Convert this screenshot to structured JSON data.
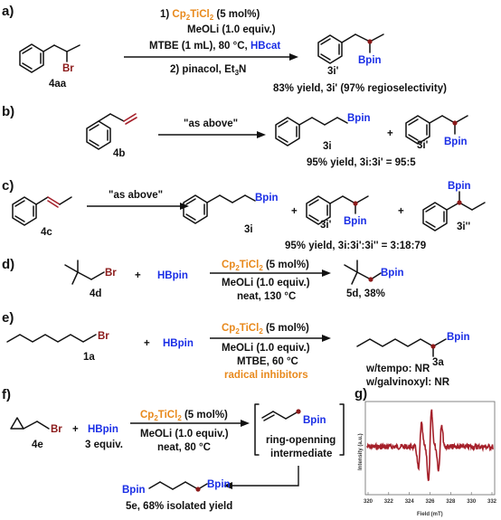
{
  "panels": {
    "a": {
      "label": "a)",
      "reactant": "4aa",
      "br": "Br",
      "cond1_pre": "1) ",
      "cond1_cat": "Cp",
      "cond1_sub2": "2",
      "cond1_ti": "TiCl",
      "cond1_sub2b": "2",
      "cond1_load": " (5 mol%)",
      "cond2": "MeOLi (1.0 equiv.)",
      "cond3_pre": "MTBE (1 mL), 80 °C, ",
      "cond3_hb": "HBcat",
      "cond4": "2) pinacol, Et",
      "cond4_sub": "3",
      "cond4_n": "N",
      "product": "3i'",
      "bpin": "Bpin",
      "yield": "83% yield, 3i' (97% regioselectivity)"
    },
    "b": {
      "label": "b)",
      "reactant": "4b",
      "cond": "\"as above\"",
      "prod1": "3i",
      "prod2": "3i'",
      "bpin": "Bpin",
      "plus": "+",
      "yield": "95% yield, 3i:3i' = 95:5"
    },
    "c": {
      "label": "c)",
      "reactant": "4c",
      "cond": "\"as above\"",
      "prod1": "3i",
      "prod2": "3i'",
      "prod3": "3i''",
      "bpin": "Bpin",
      "plus": "+",
      "yield": "95% yield, 3i:3i':3i'' = 3:18:79"
    },
    "d": {
      "label": "d)",
      "reactant": "4d",
      "br": "Br",
      "plus": "+",
      "hbpin": "HBpin",
      "cat": "Cp",
      "cat_ti": "TiCl",
      "sub2": "2",
      "load": " (5 mol%)",
      "cond2": "MeOLi (1.0 equiv.)",
      "cond3": "neat, 130 °C",
      "bpin": "Bpin",
      "product": "5d, 38%"
    },
    "e": {
      "label": "e)",
      "reactant": "1a",
      "br": "Br",
      "plus": "+",
      "hbpin": "HBpin",
      "cat": "Cp",
      "cat_ti": "TiCl",
      "sub2": "2",
      "load": " (5 mol%)",
      "cond2": "MeOLi (1.0 equiv.)",
      "cond3": "MTBE, 60 °C",
      "cond4": "radical inhibitors",
      "bpin": "Bpin",
      "product": "3a",
      "res1": "w/tempo: NR",
      "res2": "w/galvinoxyl: NR"
    },
    "f": {
      "label": "f)",
      "reactant": "4e",
      "br": "Br",
      "plus": "+",
      "hbpin": "HBpin",
      "equiv": "3 equiv.",
      "cat": "Cp",
      "cat_ti": "TiCl",
      "sub2": "2",
      "load": " (5 mol%)",
      "cond2": "MeOLi (1.0 equiv.)",
      "cond3": "neat, 80 °C",
      "bpin": "Bpin",
      "inter1": "ring-openning",
      "inter2": "intermediate",
      "product": "5e, 68% isolated yield"
    },
    "g": {
      "label": "g)",
      "ylabel": "Intensity (a.u.)",
      "xlabel": "Field (mT)",
      "ticks": [
        "320",
        "322",
        "324",
        "326",
        "328",
        "330",
        "332"
      ]
    }
  }
}
